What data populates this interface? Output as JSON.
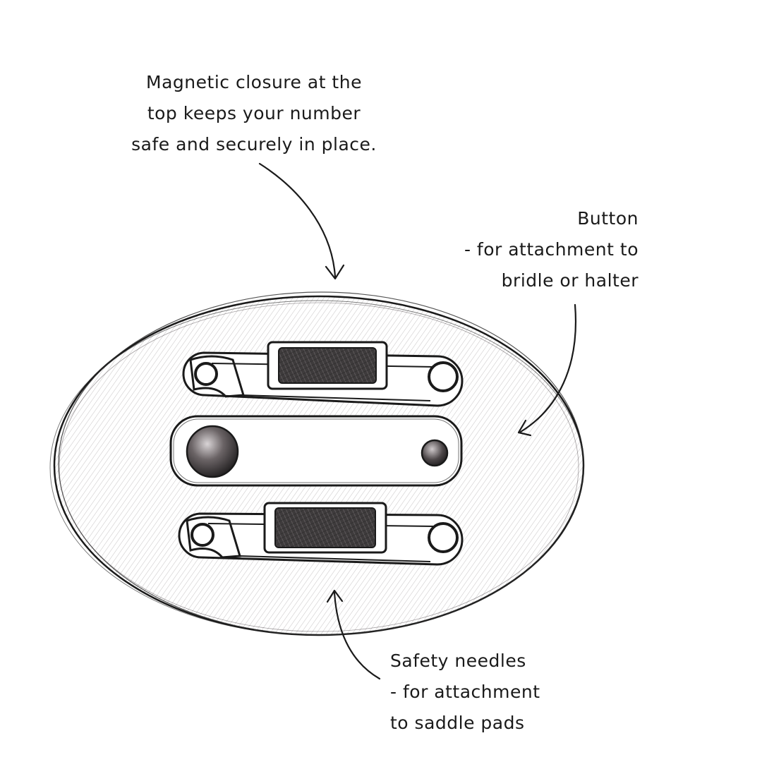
{
  "callouts": {
    "magnetic_closure": "Magnetic closure at the\ntop keeps your number\nsafe and securely in place.",
    "button": "Button\n- for attachment to\nbridle or halter",
    "safety_needles": "Safety needles\n- for attachment\nto saddle pads"
  },
  "colors": {
    "ink": "#1a1a1a",
    "shading": "#4a4145",
    "leather": "#3c3a3b",
    "background": "#ffffff"
  }
}
